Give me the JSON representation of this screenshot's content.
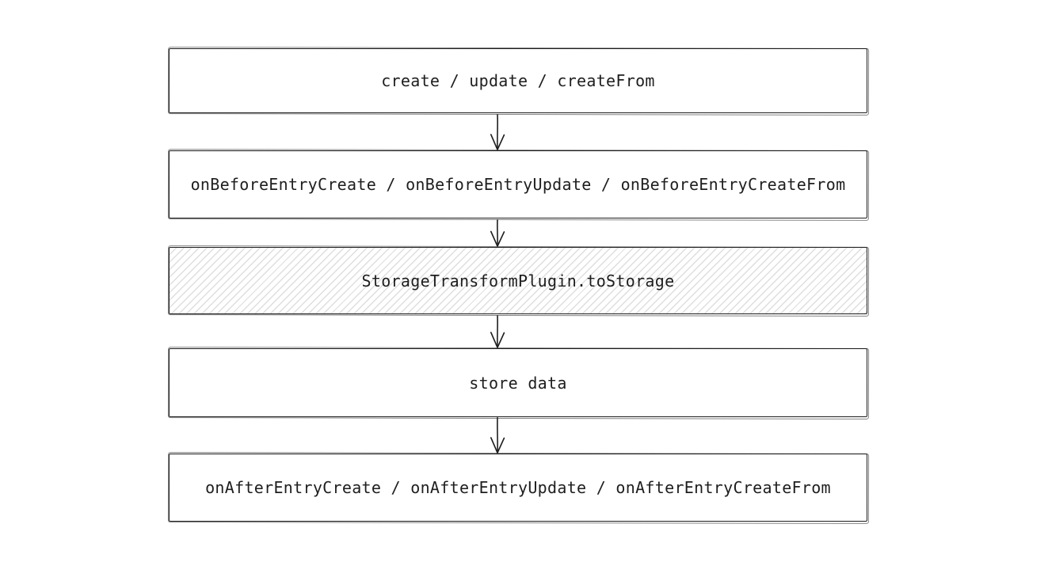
{
  "diagram": {
    "type": "flowchart",
    "direction": "top-to-bottom",
    "style": "hand-drawn",
    "colors": {
      "stroke": "#1e1e1e",
      "text": "#1e1e1e",
      "node_fill": "#ffffff",
      "hatch": "#dedede",
      "background": "#ffffff"
    },
    "nodes": [
      {
        "label": "create / update / createFrom",
        "fill": "solid"
      },
      {
        "label": "onBeforeEntryCreate / onBeforeEntryUpdate / onBeforeEntryCreateFrom",
        "fill": "solid"
      },
      {
        "label": "StorageTransformPlugin.toStorage",
        "fill": "hatched"
      },
      {
        "label": "store data",
        "fill": "solid"
      },
      {
        "label": "onAfterEntryCreate / onAfterEntryUpdate / onAfterEntryCreateFrom",
        "fill": "solid"
      }
    ],
    "edges": [
      {
        "from": 0,
        "to": 1,
        "arrow": "down"
      },
      {
        "from": 1,
        "to": 2,
        "arrow": "down"
      },
      {
        "from": 2,
        "to": 3,
        "arrow": "down"
      },
      {
        "from": 3,
        "to": 4,
        "arrow": "down"
      }
    ]
  }
}
